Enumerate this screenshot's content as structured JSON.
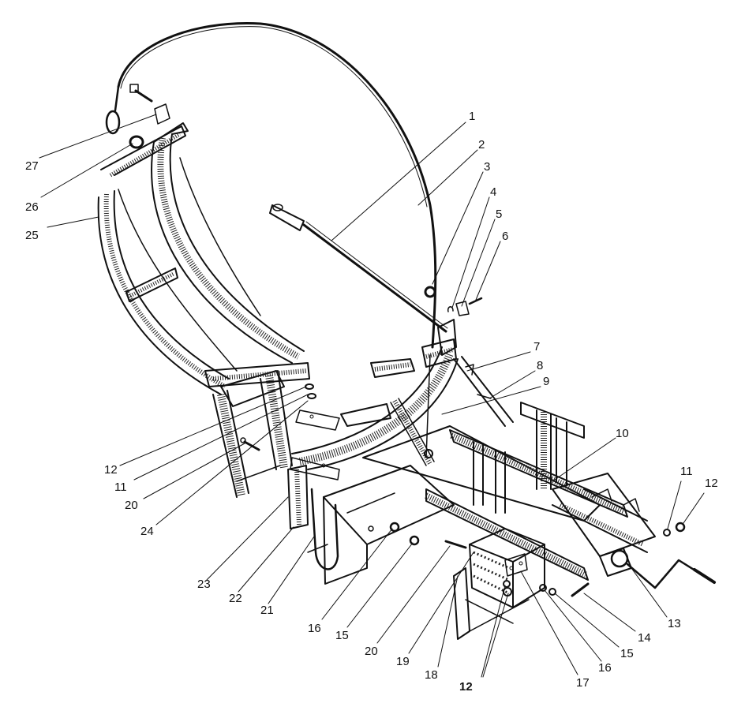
{
  "diagram": {
    "labels": [
      {
        "id": "1",
        "text": "1"
      },
      {
        "id": "2",
        "text": "2"
      },
      {
        "id": "3",
        "text": "3"
      },
      {
        "id": "4",
        "text": "4"
      },
      {
        "id": "5",
        "text": "5"
      },
      {
        "id": "6",
        "text": "6"
      },
      {
        "id": "7",
        "text": "7"
      },
      {
        "id": "8",
        "text": "8"
      },
      {
        "id": "9",
        "text": "9"
      },
      {
        "id": "10",
        "text": "10"
      },
      {
        "id": "11r",
        "text": "11"
      },
      {
        "id": "12r",
        "text": "12"
      },
      {
        "id": "13",
        "text": "13"
      },
      {
        "id": "14",
        "text": "14"
      },
      {
        "id": "15r",
        "text": "15"
      },
      {
        "id": "16r",
        "text": "16"
      },
      {
        "id": "17",
        "text": "17"
      },
      {
        "id": "12b",
        "text": "12"
      },
      {
        "id": "18",
        "text": "18"
      },
      {
        "id": "19",
        "text": "19"
      },
      {
        "id": "20b",
        "text": "20"
      },
      {
        "id": "15b",
        "text": "15"
      },
      {
        "id": "16b",
        "text": "16"
      },
      {
        "id": "21",
        "text": "21"
      },
      {
        "id": "22",
        "text": "22"
      },
      {
        "id": "23",
        "text": "23"
      },
      {
        "id": "24",
        "text": "24"
      },
      {
        "id": "20l",
        "text": "20"
      },
      {
        "id": "11l",
        "text": "11"
      },
      {
        "id": "12l",
        "text": "12"
      },
      {
        "id": "25",
        "text": "25"
      },
      {
        "id": "26",
        "text": "26"
      },
      {
        "id": "27",
        "text": "27"
      }
    ]
  }
}
